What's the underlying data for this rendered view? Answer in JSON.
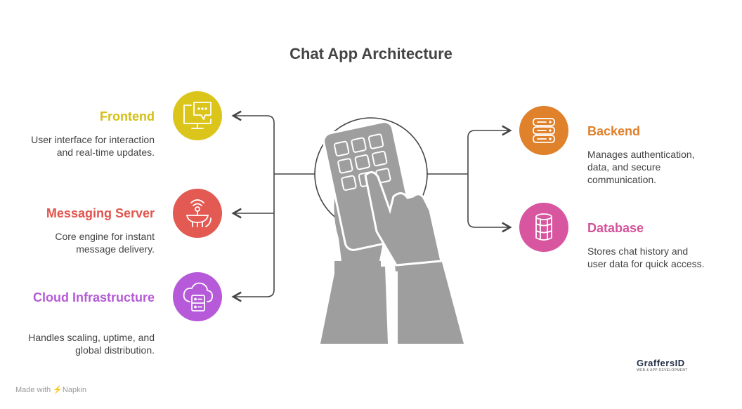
{
  "title": "Chat App Architecture",
  "colors": {
    "frontend": "#dcc51b",
    "messaging": "#e35a52",
    "cloud": "#b65ad9",
    "backend": "#e0822c",
    "database": "#d8559f",
    "hand": "#9e9e9e",
    "connector": "#444444"
  },
  "components": {
    "frontend": {
      "title": "Frontend",
      "description": "User interface for interaction and real-time updates.",
      "icon": "monitor-chat-icon"
    },
    "messaging": {
      "title": "Messaging Server",
      "description": "Core engine for instant message delivery.",
      "icon": "satellite-dish-icon"
    },
    "cloud": {
      "title": "Cloud Infrastructure",
      "description": "Handles scaling, uptime, and global distribution.",
      "icon": "cloud-server-icon"
    },
    "backend": {
      "title": "Backend",
      "description": "Manages authentication, data, and secure communication.",
      "icon": "server-rack-icon"
    },
    "database": {
      "title": "Database",
      "description": "Stores chat history and user data for quick access.",
      "icon": "database-icon"
    }
  },
  "center_icon": "hand-holding-phone-icon",
  "footer": {
    "made_with": "Made with",
    "brand": "Napkin"
  },
  "watermark": {
    "name": "GraffersID",
    "tagline": "WEB & APP DEVELOPMENT"
  }
}
